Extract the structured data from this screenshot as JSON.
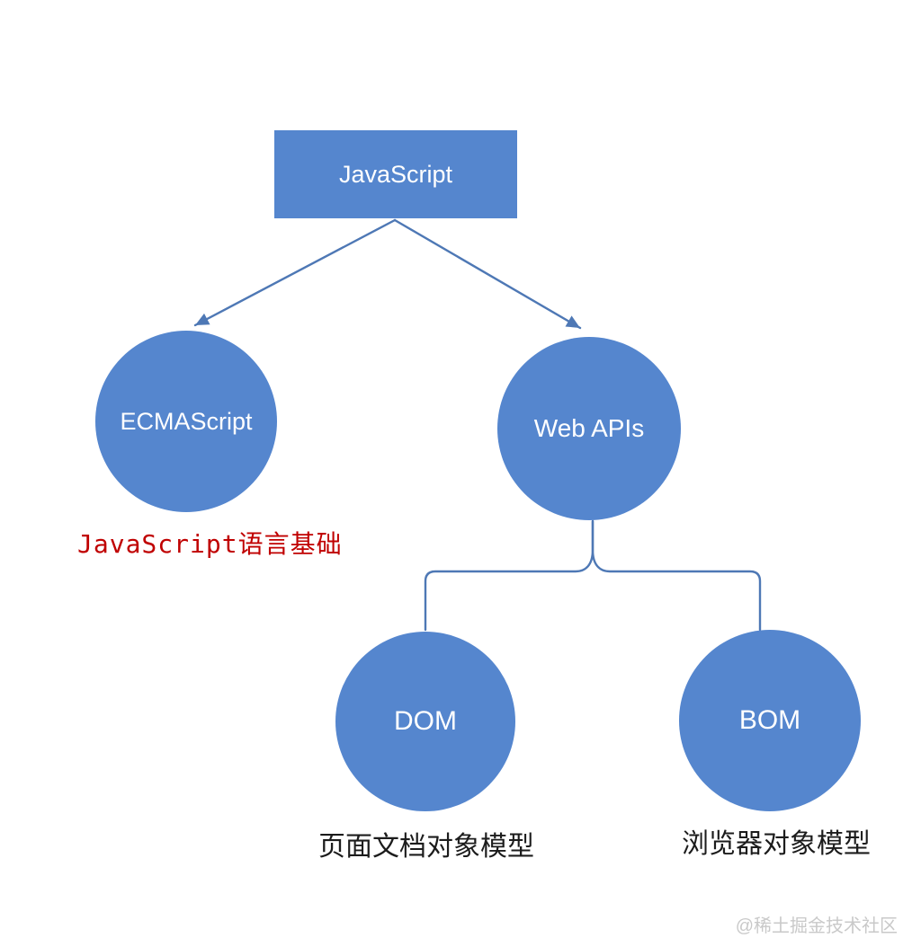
{
  "diagram": {
    "root_label": "JavaScript",
    "nodes": {
      "ecmascript": {
        "label": "ECMAScript"
      },
      "webapis": {
        "label": "Web APIs"
      },
      "dom": {
        "label": "DOM"
      },
      "bom": {
        "label": "BOM"
      }
    },
    "captions": {
      "ecmascript": "JavaScript语言基础",
      "dom": "页面文档对象模型",
      "bom": "浏览器对象模型"
    },
    "watermark": "@稀土掘金技术社区",
    "colors": {
      "background": "#FFFFFF",
      "shape_fill": "#5586CE",
      "connector_stroke": "#4E78B5",
      "node_text": "#FFFFFF",
      "caption_red": "#C00000",
      "caption_black": "#1C1C1C",
      "watermark_gray": "#C9C9C9"
    }
  }
}
